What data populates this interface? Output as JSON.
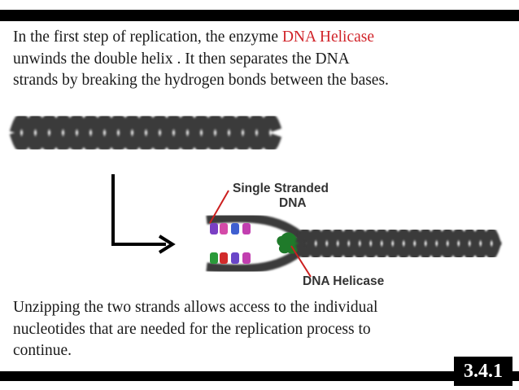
{
  "paragraph_top": {
    "before": "In the first step of replication, the enzyme ",
    "highlight": "DNA Helicase",
    "after": "\nunwinds the double helix .  It then separates the DNA\nstrands by breaking the hydrogen bonds between the bases."
  },
  "paragraph_bottom": "Unzipping the two strands allows access to the individual\nnucleotides that are needed for the replication process to\ncontinue.",
  "diagram": {
    "label_single_line1": "Single Stranded",
    "label_single_line2": "DNA",
    "label_helicase": "DNA Helicase"
  },
  "slide_number": "3.4.1",
  "colors": {
    "highlight": "#d1242a",
    "helix": "#3a3a3a",
    "helicase": "#1f7a2a",
    "pointer": "#cc1f1f"
  }
}
